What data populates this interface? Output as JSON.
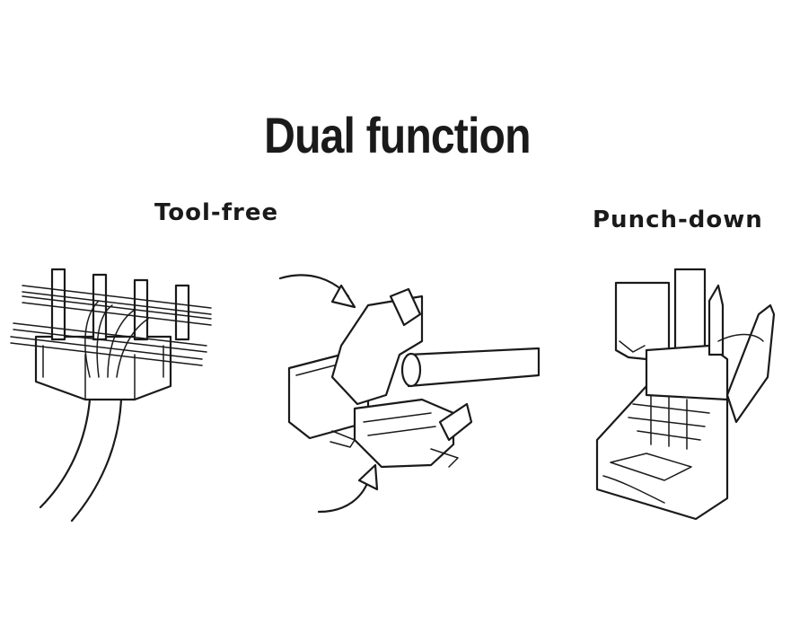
{
  "title": "Dual function",
  "methods": [
    {
      "label": "Tool-free"
    },
    {
      "label": "Punch-down"
    }
  ],
  "icons": [
    "wire-fan-icon",
    "closing-arrows-icon",
    "keystone-jack-icon",
    "punch-tool-icon"
  ]
}
